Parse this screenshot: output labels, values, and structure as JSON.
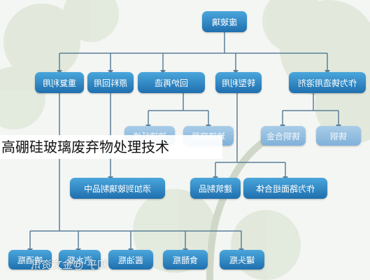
{
  "diagram": {
    "root": "废玻璃",
    "level1": [
      "作为铸造用溶剂",
      "转型利用",
      "回炉再造",
      "原料回用",
      "重复利用"
    ],
    "level2_casting": [
      "铸钢",
      "铸铜合金"
    ],
    "level2_transform": [
      "作为路面组合体",
      "建筑制品"
    ],
    "level2_remelt": [
      "玻璃容器",
      "玻璃纤维"
    ],
    "level2_material": "添加到玻璃制品中",
    "level3_reuse": [
      "罐头瓶",
      "食醋瓶",
      "酱油瓶",
      "汽水瓶",
      "啤酒瓶"
    ]
  },
  "caption": "高硼硅玻璃废弃物处理技术",
  "watermark": "知乎 @金文资讯"
}
